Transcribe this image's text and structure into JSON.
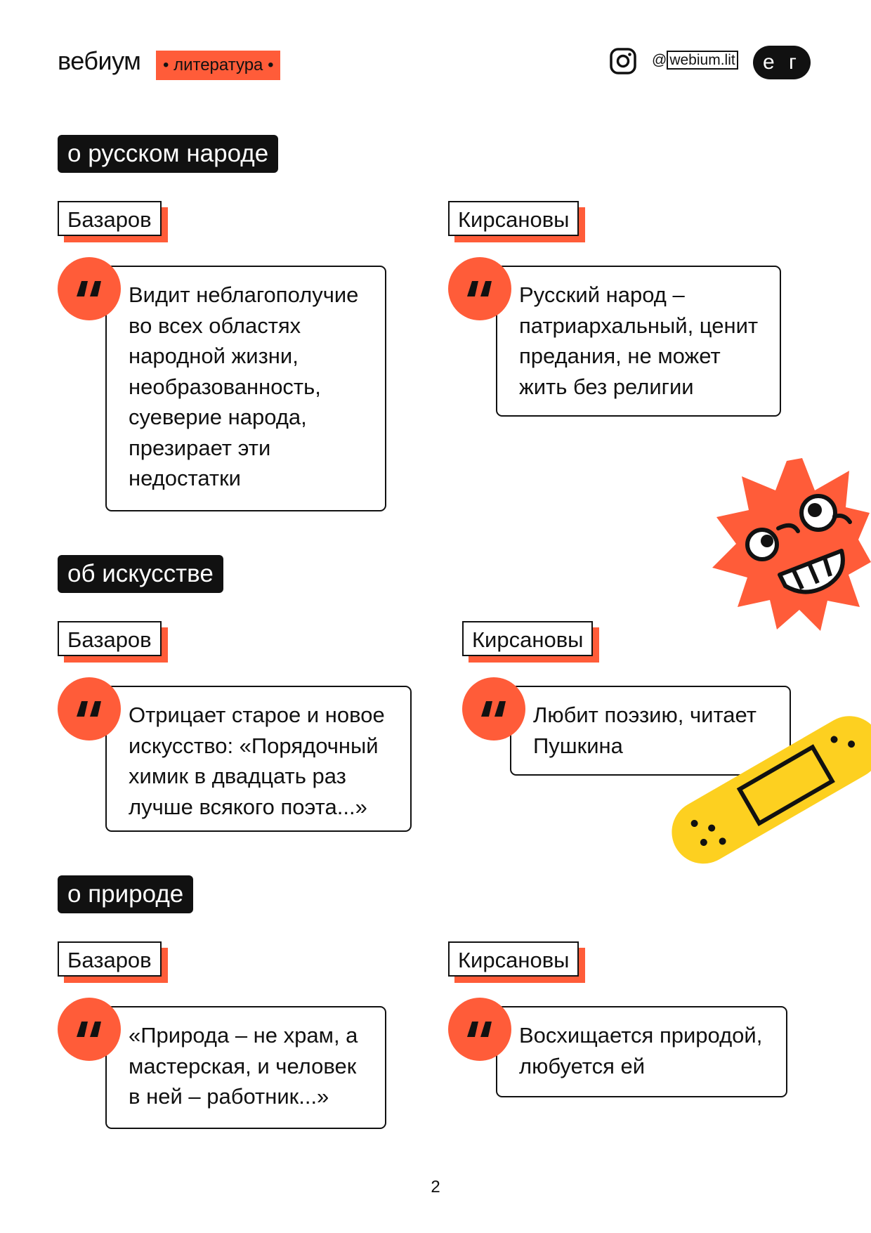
{
  "header": {
    "brand": "вебиум",
    "subject": "• литература •",
    "social_at": "@",
    "social_handle": "webium.lit",
    "exam_badge": "е г э"
  },
  "sections": [
    {
      "title": "о русском народе",
      "left": {
        "name": "Базаров",
        "quote": "Видит неблагополучие во всех областях народной жизни, необразованность, суеверие народа, презирает эти недостатки"
      },
      "right": {
        "name": "Кирсановы",
        "quote": "Русский народ – патриархальный, ценит предания, не может жить без религии"
      }
    },
    {
      "title": "об искусстве",
      "left": {
        "name": "Базаров",
        "quote": "Отрицает старое и новое искусство: «Порядочный химик в двадцать раз лучше всякого поэта...»"
      },
      "right": {
        "name": "Кирсановы",
        "quote": "Любит поэзию, читает Пушкина"
      }
    },
    {
      "title": "о природе",
      "left": {
        "name": "Базаров",
        "quote": "«Природа – не храм, а мастерская, и человек в ней – работник...»"
      },
      "right": {
        "name": "Кирсановы",
        "quote": "Восхищается природой, любуется ей"
      }
    }
  ],
  "page_number": "2",
  "colors": {
    "accent": "#ff5c39",
    "ink": "#111111",
    "sticker_yellow": "#fdd020"
  },
  "icons": [
    "instagram-icon",
    "quote-icon",
    "spiky-face-sticker",
    "bandage-sticker"
  ]
}
